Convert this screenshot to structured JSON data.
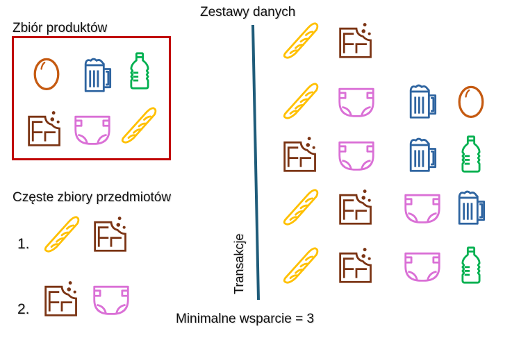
{
  "product_set": {
    "title": "Zbiór produktów",
    "items": [
      "egg",
      "beer",
      "bottle",
      "chocolate",
      "diaper",
      "baguette"
    ]
  },
  "frequent_itemsets": {
    "title": "Częste zbiory przedmiotów",
    "sets": [
      {
        "label": "1.",
        "items": [
          "baguette",
          "chocolate"
        ]
      },
      {
        "label": "2.",
        "items": [
          "chocolate",
          "diaper"
        ]
      }
    ]
  },
  "datasets": {
    "title": "Zestawy danych",
    "axis_label": "Transakcje",
    "transactions": [
      [
        "baguette",
        "chocolate"
      ],
      [
        "baguette",
        "diaper",
        "beer",
        "egg"
      ],
      [
        "chocolate",
        "diaper",
        "beer",
        "bottle"
      ],
      [
        "baguette",
        "chocolate",
        "diaper",
        "beer"
      ],
      [
        "baguette",
        "chocolate",
        "diaper",
        "bottle"
      ]
    ]
  },
  "min_support": "Minimalne wsparcie = 3",
  "colors": {
    "box_border": "#c00000",
    "axis_line": "#1f5c7a",
    "egg": "#c55a11",
    "beer": "#2e64a0",
    "bottle": "#00b050",
    "chocolate": "#7b3414",
    "diaper": "#da70d6",
    "baguette": "#ffc000"
  }
}
